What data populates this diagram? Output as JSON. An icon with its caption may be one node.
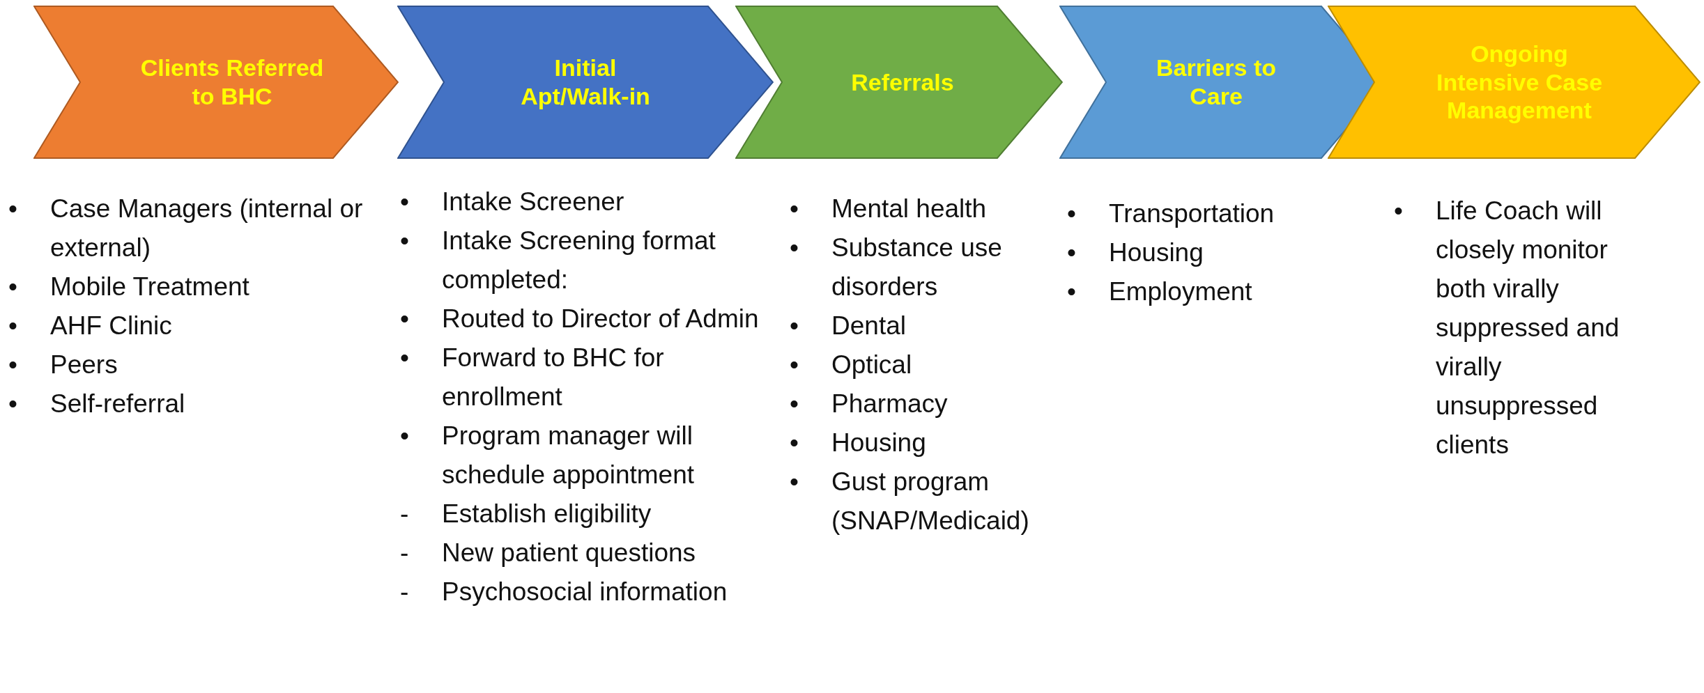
{
  "diagram": {
    "nodes": [
      {
        "text": [
          "Clients Referred to BHC"
        ],
        "beside": [
          "• Case Managers (internal or external)",
          "• Mobile Treatment",
          "• AHF Clinic",
          "• Peers",
          "• Self-referral"
        ]
      },
      {
        "text": [
          "Initial Apt/Walk-in"
        ],
        "beside": [
          "• Intake Screener",
          "• Intake Screening format completed:",
          "• Routed to Director of Admin",
          "• Forward to BHC for enrollment",
          "• Program manager will schedule appointment",
          "- Establish eligibility",
          "- New patient questions",
          "- Psychosocial information"
        ]
      },
      {
        "text": [
          "Referrals"
        ],
        "beside": [
          "• Mental health",
          "• Substance use disorders",
          "• Dental",
          "• Optical",
          "• Pharmacy",
          "• Housing",
          "• Gust program (SNAP/Medicaid)"
        ]
      },
      {
        "text": [
          "Barriers to Care"
        ],
        "beside": [
          "• Transportation",
          "• Housing",
          "• Employment"
        ]
      },
      {
        "text": [
          "Ongoing Intensive Case Management"
        ],
        "beside": [
          "• Life Coach will closely monitor both virally suppressed and virally unsuppressed clients"
        ]
      }
    ]
  }
}
